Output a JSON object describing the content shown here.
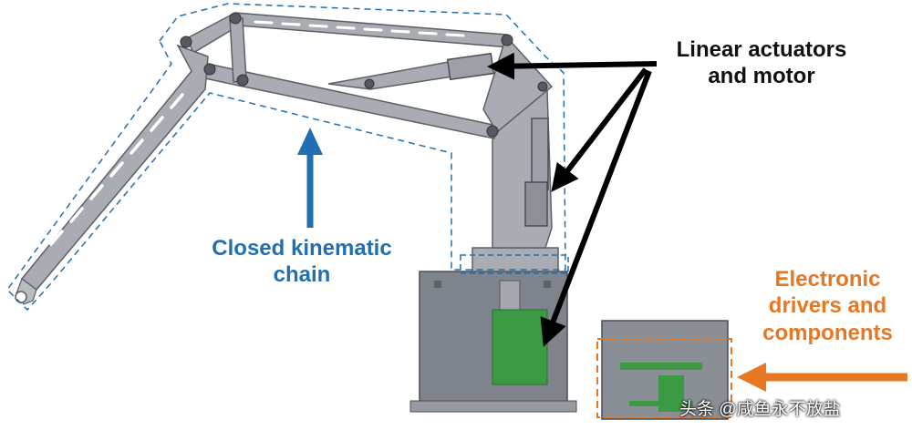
{
  "labels": {
    "actuators": [
      "Linear actuators",
      "and motor"
    ],
    "chain": [
      "Closed kinematic",
      "chain"
    ],
    "electronics": [
      "Electronic",
      "drivers and",
      "components"
    ]
  },
  "watermark": "头条 @咸鱼永不放盐",
  "colors": {
    "arm_fill": "#a9adb3",
    "arm_stroke": "#5c6066",
    "base_fill": "#7f848c",
    "motor_green": "#3d9a44",
    "blue_accent": "#1f6fb2",
    "orange_accent": "#e87722",
    "black_arrow": "#000000"
  }
}
